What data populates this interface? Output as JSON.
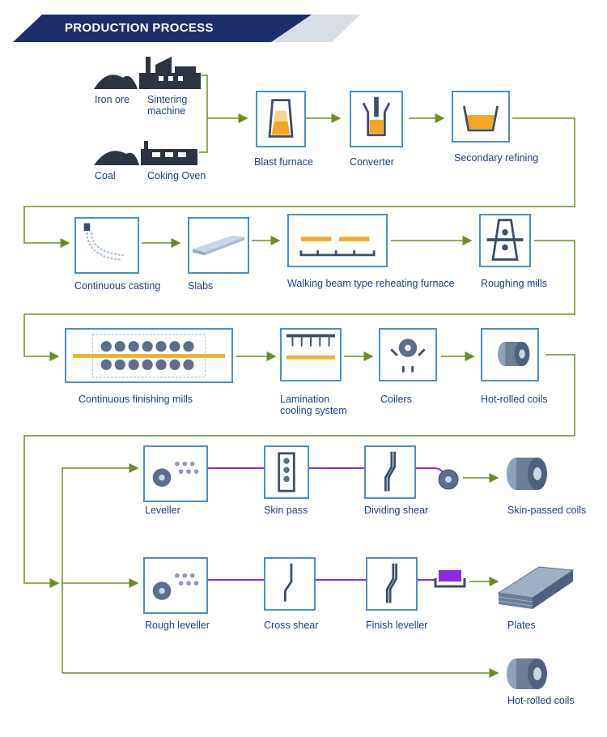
{
  "header": {
    "title": "PRODUCTION PROCESS"
  },
  "colors": {
    "navy": "#1b2d6b",
    "box_border": "#4d8fc2",
    "arrow": "#6b8e23",
    "label": "#1d3f86",
    "molten": "#f5a623",
    "slab": "#f0b02a",
    "process_line": "#8a2be2",
    "coil": "#6b7f99"
  },
  "row1": {
    "iron_ore": "Iron ore",
    "sintering_machine": "Sintering machine",
    "coal": "Coal",
    "coking_oven": "Coking Oven",
    "blast_furnace": "Blast furnace",
    "converter": "Converter",
    "secondary_refining": "Secondary refining"
  },
  "row2": {
    "continuous_casting": "Continuous casting",
    "slabs": "Slabs",
    "walking_beam": "Walking beam type reheating furnace",
    "roughing_mills": "Roughing mills"
  },
  "row3": {
    "finishing_mills": "Continuous finishing mills",
    "lamination_cooling": "Lamination cooling system",
    "coilers": "Coilers",
    "hot_rolled_coils": "Hot-rolled coils"
  },
  "row4": {
    "leveller": "Leveller",
    "skin_pass": "Skin pass",
    "dividing_shear": "Dividing shear",
    "skin_passed_coils": "Skin-passed coils"
  },
  "row5": {
    "rough_leveller": "Rough leveller",
    "cross_shear": "Cross shear",
    "finish_leveller": "Finish leveller",
    "plates": "Plates"
  },
  "row6": {
    "hot_rolled_coils": "Hot-rolled coils"
  }
}
